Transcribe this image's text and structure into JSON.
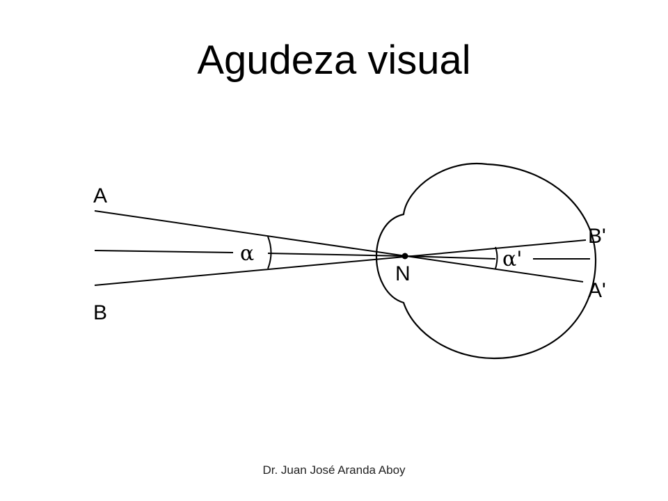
{
  "slide": {
    "title": "Agudeza visual",
    "footer": "Dr. Juan José Aranda Aboy"
  },
  "diagram": {
    "labels": {
      "point_a": "A",
      "point_b": "B",
      "nodal_point": "N",
      "image_b": "B'",
      "image_a": "A'",
      "angle_object": "α",
      "angle_image": "α'"
    }
  },
  "colors": {
    "ink": "#000000",
    "background": "#ffffff"
  }
}
